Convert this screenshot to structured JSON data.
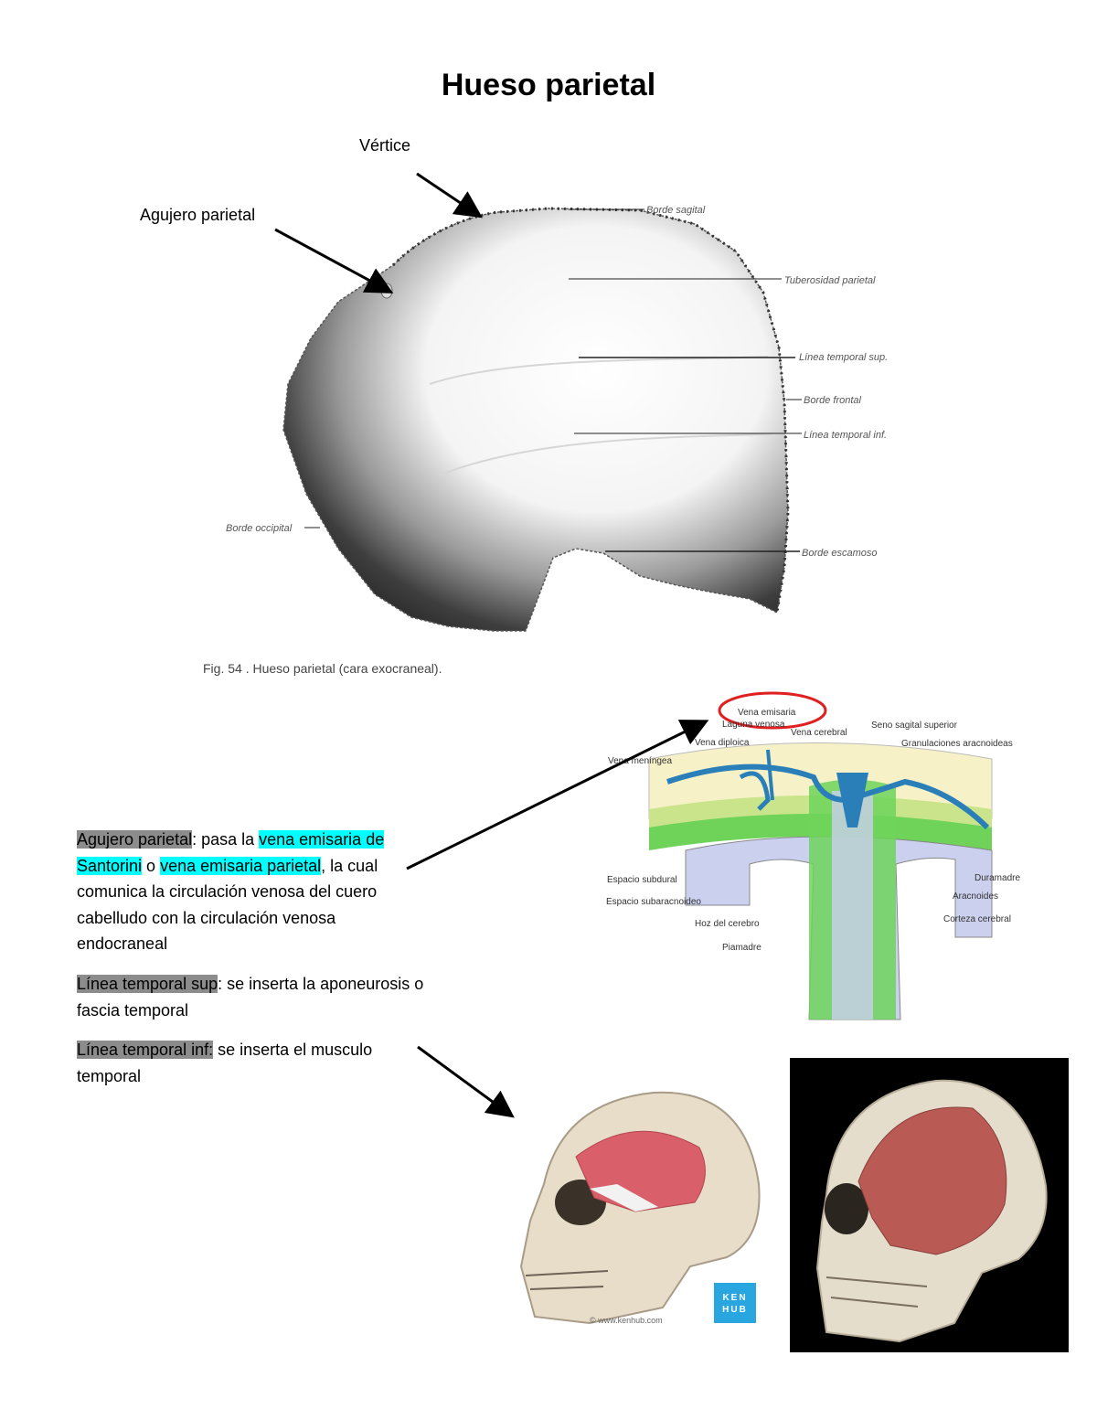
{
  "title": "Hueso parietal",
  "labels": {
    "vertex": "Vértice",
    "parietal_foramen": "Agujero parietal"
  },
  "bone_figure": {
    "caption": "Fig. 54 . Hueso parietal (cara exocraneal).",
    "annotations": {
      "sagittal_border": "Borde sagital",
      "parietal_tuberosity": "Tuberosidad parietal",
      "superior_temporal_line": "Línea temporal sup.",
      "frontal_border": "Borde frontal",
      "inferior_temporal_line": "Línea temporal inf.",
      "occipital_border": "Borde occipital",
      "squamous_border": "Borde escamoso"
    }
  },
  "meninges_figure": {
    "labels": {
      "emissary_vein": "Vena emisaria",
      "diploic_lacuna": "Laguna venosa",
      "cerebral_vein": "Vena cerebral",
      "superior_sagittal_sinus": "Seno sagital superior",
      "diploic_vein": "Vena diploica",
      "arachnoid_granulations": "Granulaciones aracnoideas",
      "meningeal_vein": "Vena meníngea",
      "subdural_space": "Espacio subdural",
      "subarachnoid_space": "Espacio subaracnoideo",
      "falx_cerebri": "Hoz del cerebro",
      "pia_mater": "Piamadre",
      "dura_mater": "Duramadre",
      "arachnoid": "Aracnoides",
      "cerebral_cortex": "Corteza cerebral"
    }
  },
  "notes": {
    "foramen": {
      "term": "Agujero parietal",
      "t1": ": pasa la ",
      "hl1": "vena emisaria de Santorini",
      "t2": " o ",
      "hl2": "vena emisaria parietal",
      "t3": ", la cual comunica la circulación venosa del cuero cabelludo con la circulación venosa endocraneal"
    },
    "sup_line": {
      "term": "Línea temporal sup",
      "text": ": se inserta la aponeurosis o fascia temporal"
    },
    "inf_line": {
      "term": "Línea temporal inf:",
      "text": " se inserta el musculo temporal"
    }
  },
  "skull_credit": {
    "url": "© www.kenhub.com",
    "logo_line1": "KEN",
    "logo_line2": "HUB"
  },
  "colors": {
    "cyan_highlight": "#00ffff",
    "gray_highlight": "#8c8c8c",
    "muscle": "#d9606a",
    "vein": "#2a7fb8"
  }
}
